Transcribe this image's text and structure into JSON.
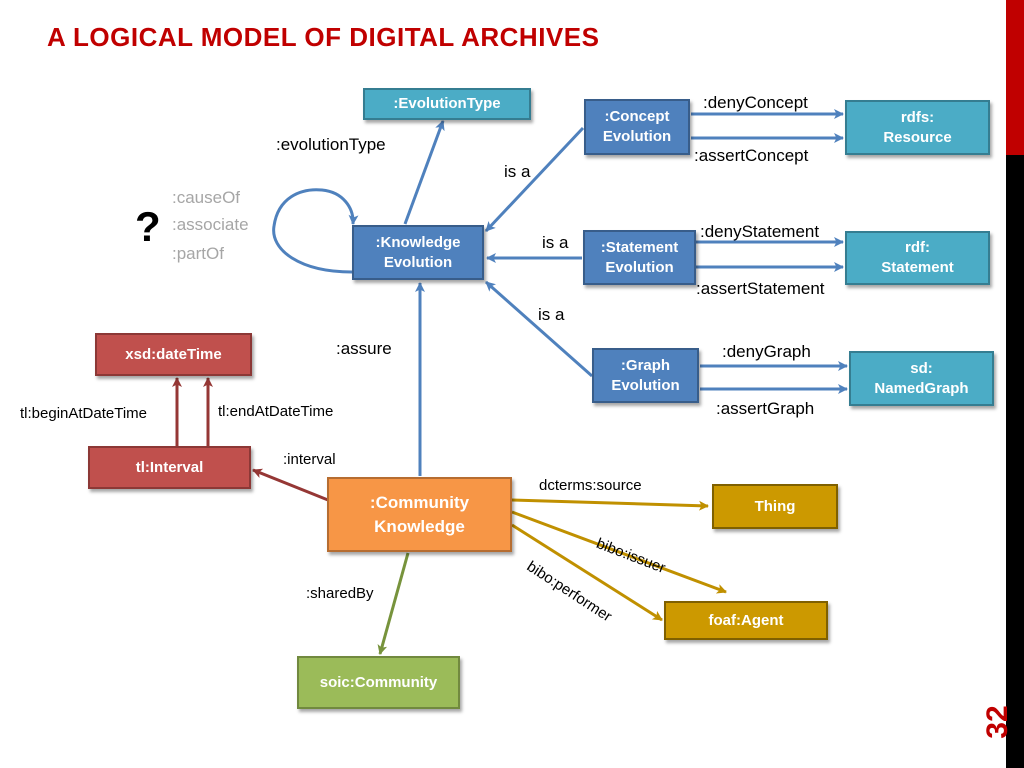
{
  "slide": {
    "title": "A LOGICAL MODEL OF DIGITAL ARCHIVES",
    "page_number": "32"
  },
  "colors": {
    "title_red": "#c00000",
    "teal": "#4bacc6",
    "blue": "#4f81bd",
    "red": "#c0504d",
    "orange": "#f79646",
    "gold": "#cc9900",
    "green": "#9bbb59"
  },
  "nodes": {
    "evolution_type": ":EvolutionType",
    "knowledge_evolution": ":Knowledge\nEvolution",
    "concept_evolution": ":Concept\nEvolution",
    "statement_evolution": ":Statement\nEvolution",
    "graph_evolution": ":Graph\nEvolution",
    "rdfs_resource": "rdfs:\nResource",
    "rdf_statement": "rdf:\nStatement",
    "sd_named_graph": "sd:\nNamedGraph",
    "xsd_datetime": "xsd:dateTime",
    "tl_interval": "tl:Interval",
    "community_knowledge": ":Community\nKnowledge",
    "thing": "Thing",
    "foaf_agent": "foaf:Agent",
    "sioc_community": "soic:Community"
  },
  "labels": {
    "evolution_type_edge": ":evolutionType",
    "deny_concept": ":denyConcept",
    "assert_concept": ":assertConcept",
    "deny_statement": ":denyStatement",
    "assert_statement": ":assertStatement",
    "deny_graph": ":denyGraph",
    "assert_graph": ":assertGraph",
    "is_a_1": "is a",
    "is_a_2": "is a",
    "is_a_3": "is a",
    "cause_of": ":causeOf",
    "associate": ":associate",
    "part_of": ":partOf",
    "question_mark": "?",
    "assure": ":assure",
    "begin_at": "tl:beginAtDateTime",
    "end_at": "tl:endAtDateTime",
    "interval": ":interval",
    "dcterms_source": "dcterms:source",
    "bibo_issuer": "bibo:issuer",
    "bibo_performer": "bibo:performer",
    "shared_by": ":sharedBy"
  }
}
